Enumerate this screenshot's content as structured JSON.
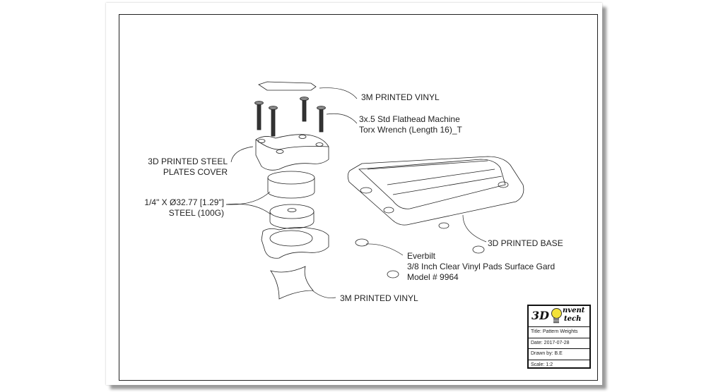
{
  "callouts": {
    "vinyl_top": "3M PRINTED VINYL",
    "screws_line1": "3x.5 Std Flathead Machine",
    "screws_line2": "Torx Wrench (Length 16)_T",
    "cover_line1": "3D PRINTED STEEL",
    "cover_line2": "PLATES COVER",
    "steel_line1": "1/4\" X Ø32.77 [1.29\"]",
    "steel_line2": "STEEL (100G)",
    "base": "3D PRINTED BASE",
    "pads_line1": "Everbilt",
    "pads_line2": "3/8 Inch Clear Vinyl Pads Surface Gard",
    "pads_line3": "Model # 9964",
    "vinyl_bottom": "3M PRINTED VINYL"
  },
  "title_block": {
    "logo_text_left": "3D",
    "logo_text_top": "nvent",
    "logo_text_bottom": "tech",
    "title": "Title: Pattern Weights",
    "date": "Date: 2017-07-28",
    "drawn_by": "Drawn by: B.E",
    "scale": "Scale: 1:2"
  },
  "colors": {
    "line": "#222222",
    "bulb": "#f3e23a"
  }
}
